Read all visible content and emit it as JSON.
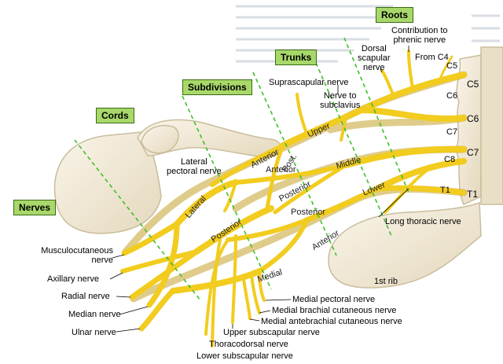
{
  "headers": {
    "roots": "Roots",
    "trunks": "Trunks",
    "subdivisions": "Subdivisions",
    "cords": "Cords",
    "nerves": "Nerves"
  },
  "roots": {
    "c5": "C5",
    "c6": "C6",
    "c7": "C7",
    "t1": "T1"
  },
  "small_roots": {
    "c5": "C5",
    "c6": "C6",
    "c7": "C7",
    "c8": "C8",
    "t1": "T1",
    "c4": "From C4"
  },
  "trunk_labels": {
    "upper": "Upper",
    "middle": "Middle",
    "lower": "Lower"
  },
  "division_labels": {
    "anterior_upper": "Anterior",
    "posterior_upper": "Post.",
    "anterior_middle": "Anterior",
    "posterior_middle": "Posterior",
    "posterior_lower": "Posterior",
    "anterior_lower": "Anterior"
  },
  "cord_labels": {
    "lateral": "Lateral",
    "posterior": "Posterior",
    "medial": "Medial"
  },
  "labels": {
    "contribution_phrenic_line1": "Contribution to",
    "contribution_phrenic_line2": "phrenic nerve",
    "dorsal_scapular_line1": "Dorsal",
    "dorsal_scapular_line2": "scapular",
    "dorsal_scapular_line3": "nerve",
    "suprascapular": "Suprascapular nerve",
    "nerve_to_subclavius_line1": "Nerve to",
    "nerve_to_subclavius_line2": "subclavius",
    "lateral_pectoral_line1": "Lateral",
    "lateral_pectoral_line2": "pectoral nerve",
    "long_thoracic": "Long thoracic nerve",
    "musculocutaneous_line1": "Musculocutaneous",
    "musculocutaneous_line2": "nerve",
    "axillary": "Axillary nerve",
    "radial": "Radial nerve",
    "median": "Median nerve",
    "ulnar": "Ulnar nerve",
    "first_rib": "1st rib",
    "medial_pectoral": "Medial pectoral nerve",
    "medial_brachial_cutaneous": "Medial brachial cutaneous nerve",
    "medial_antebrachial_cutaneous": "Medial antebrachial cutaneous nerve",
    "upper_subscapular": "Upper subscapular nerve",
    "thoracodorsal": "Thoracodorsal nerve",
    "lower_subscapular": "Lower subscapular nerve"
  },
  "colors": {
    "nerve": "#f2cc1e",
    "nerve_edge": "#b98f00",
    "bone": "#f3ecdc",
    "bone_edge": "#c9bd9c",
    "header_fill": "#a8d86a",
    "guide_line": "#3fbf2a"
  }
}
